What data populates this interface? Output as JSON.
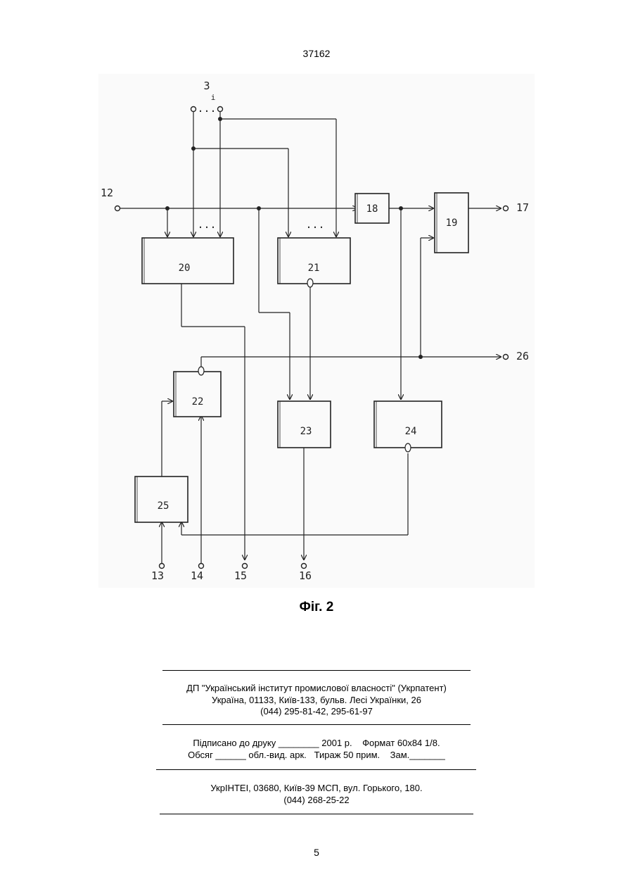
{
  "header": {
    "page_code": "37162"
  },
  "figure": {
    "caption": "Фіг. 2",
    "blocks": {
      "b18": "18",
      "b19": "19",
      "b20": "20",
      "b21": "21",
      "b22": "22",
      "b23": "23",
      "b24": "24",
      "b25": "25"
    },
    "terminals": {
      "t3": "3",
      "t3_sub": "i",
      "t12": "12",
      "t13": "13",
      "t14": "14",
      "t15": "15",
      "t16": "16",
      "t17": "17",
      "t26": "26"
    },
    "ellipsis": "..."
  },
  "imprint": {
    "publisher_line1": "ДП \"Український інститут промислової власності\" (Укрпатент)",
    "publisher_line2": "Україна, 01133, Київ-133, бульв. Лесі Українки, 26",
    "publisher_line3": "(044) 295-81-42, 295-61-97",
    "print_line1": "Підписано до друку ________ 2001 р.    Формат 60х84 1/8.",
    "print_line2": "Обсяг ______ обл.-вид. арк.   Тираж 50 прим.    Зам._______",
    "printer_line1": "УкрІНТЕІ, 03680, Київ-39 МСП, вул. Горького, 180.",
    "printer_line2": "(044) 268-25-22"
  },
  "footer": {
    "page_number": "5"
  }
}
